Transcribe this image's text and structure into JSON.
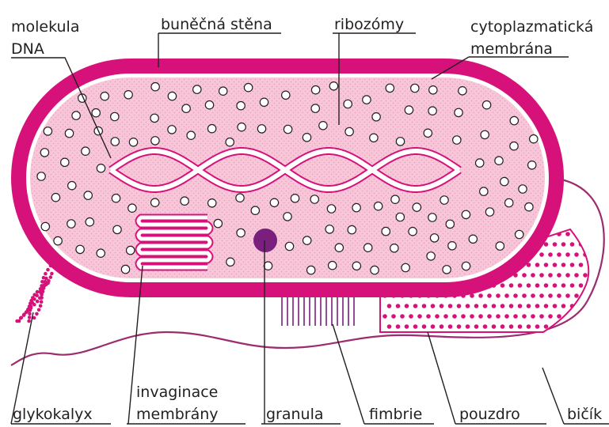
{
  "labels": {
    "dna_line1": "molekula",
    "dna_line2": "DNA",
    "cell_wall": "buněčná stěna",
    "ribosomes": "ribozómy",
    "membrane_line1": "cytoplazmatická",
    "membrane_line2": "membrána",
    "glycocalyx": "glykokalyx",
    "invagination_line1": "invaginace",
    "invagination_line2": "membrány",
    "granule": "granula",
    "fimbriae": "fimbrie",
    "capsule": "pouzdro",
    "flagellum": "bičík"
  },
  "colors": {
    "cell_wall": "#d6127a",
    "cytoplasm": "#f7c6d9",
    "ribosome_fill": "#ffffff",
    "granule": "#7a1f7d",
    "capsule_dots": "#d6127a",
    "flagellum": "#9b2d6f",
    "text": "#231f20"
  }
}
